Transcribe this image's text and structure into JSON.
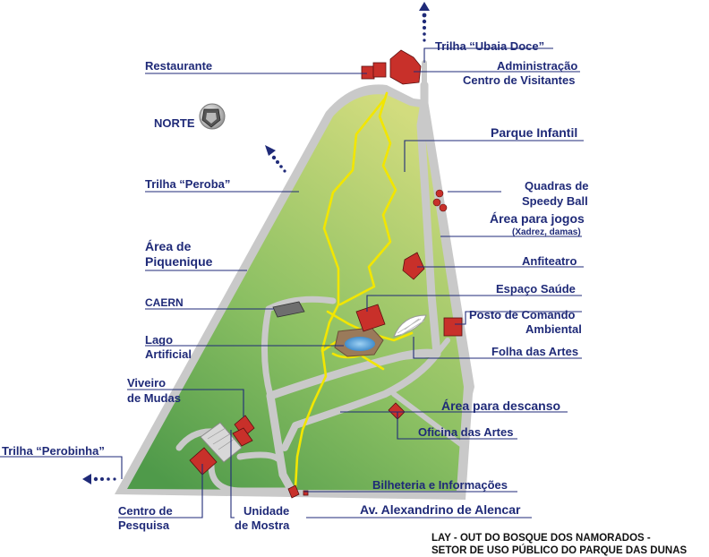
{
  "map": {
    "title_line1": "LAY - OUT DO BOSQUE DOS NAMORADOS -",
    "title_line2": "SETOR DE USO PÚBLICO DO PARQUE DAS DUNAS",
    "compass_label": "NORTE",
    "colors": {
      "label_blue": "#1f2a78",
      "building_red": "#c8302a",
      "path_yellow": "#f2e600",
      "road_gray": "#c9c9c9",
      "park_green": "#6cae58",
      "lake_blue": "#3f8fd0"
    },
    "labels": {
      "restaurante": "Restaurante",
      "trilha_ubaia": "Trilha “Ubaia Doce”",
      "administracao": "Administração",
      "centro_visitantes": "Centro de Visitantes",
      "parque_infantil": "Parque Infantil",
      "quadras_1": "Quadras de",
      "quadras_2": "Speedy Ball",
      "area_jogos": "Área para jogos",
      "area_jogos_sub": "(Xadrez, damas)",
      "anfiteatro": "Anfiteatro",
      "espaco_saude": "Espaço  Saúde",
      "posto_1": "Posto  de Comando",
      "posto_2": "Ambiental",
      "folha_artes": "Folha das Artes",
      "area_descanso": "Área para descanso",
      "oficina_artes": "Oficina das Artes",
      "bilheteria": "Bilheteria e Informações",
      "avenida": "Av. Alexandrino de Alencar",
      "trilha_peroba": "Trilha “Peroba”",
      "area_piquenique_1": "Área de",
      "area_piquenique_2": "Piquenique",
      "caern": "CAERN",
      "lago_1": "Lago",
      "lago_2": "Artificial",
      "viveiro_1": "Viveiro",
      "viveiro_2": "de Mudas",
      "trilha_perobinha": "Trilha “Perobinha”",
      "centro_pesquisa_1": "Centro de",
      "centro_pesquisa_2": "Pesquisa",
      "unidade_mostra_1": "Unidade",
      "unidade_mostra_2": "de Mostra"
    }
  }
}
